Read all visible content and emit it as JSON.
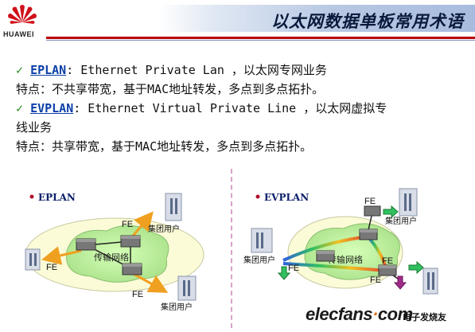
{
  "header": {
    "logo_text": "HUAWEI",
    "title": "以太网数据单板常用术语"
  },
  "items": [
    {
      "term": "EPLAN",
      "definition": ":  Ethernet Private Lan ，以太网专网业务"
    },
    {
      "feature": "特点：不共享带宽，基于MAC地址转发，多点到多点拓扑。"
    },
    {
      "term": "EVPLAN",
      "definition_line1": ":  Ethernet Virtual Private Line ，以太网虚拟专",
      "definition_line2": "线业务"
    },
    {
      "feature": "特点：共享带宽，基于MAC地址转发，多点到多点拓扑。"
    }
  ],
  "check_glyph": "✓",
  "diagrams": {
    "eplan": {
      "label": "EPLAN",
      "network": "传输网络",
      "fe_labels": [
        "FE",
        "FE",
        "FE"
      ],
      "user_labels": [
        "集团用户",
        "集团用户"
      ]
    },
    "evplan": {
      "label": "EVPLAN",
      "network": "传输网络",
      "fe_labels": [
        "FE",
        "FE",
        "FE",
        "FE"
      ],
      "user_labels": [
        "集团用户",
        "集团用户"
      ]
    }
  },
  "watermark": {
    "brand": "elecfans",
    "dot": "·",
    "suffix": "com",
    "cn": "电子发烧友"
  },
  "colors": {
    "accent_red": "#b80000",
    "check_green": "#2a8a1e",
    "term_blue": "#0b3fa8",
    "arrow_orange": "#f0a020",
    "cloud_green": "#b8f0a0"
  }
}
